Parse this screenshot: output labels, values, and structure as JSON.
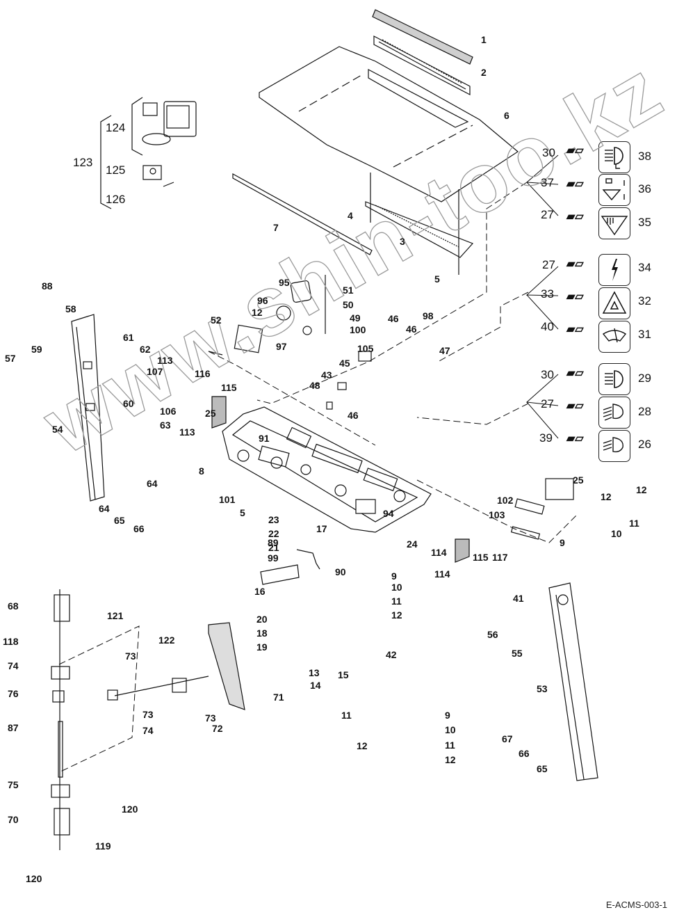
{
  "diagram": {
    "type": "exploded-parts-diagram",
    "watermark": "www.shin-too.kz",
    "footer_code": "E-ACMS-003-1",
    "labels": [
      {
        "id": "1",
        "text": "1"
      },
      {
        "id": "2",
        "text": "2"
      },
      {
        "id": "3",
        "text": "3"
      },
      {
        "id": "4",
        "text": "4"
      },
      {
        "id": "5a",
        "text": "5"
      },
      {
        "id": "5b",
        "text": "5"
      },
      {
        "id": "6",
        "text": "6"
      },
      {
        "id": "7",
        "text": "7"
      },
      {
        "id": "8",
        "text": "8"
      },
      {
        "id": "9a",
        "text": "9"
      },
      {
        "id": "9b",
        "text": "9"
      },
      {
        "id": "9c",
        "text": "9"
      },
      {
        "id": "10a",
        "text": "10"
      },
      {
        "id": "10b",
        "text": "10"
      },
      {
        "id": "10c",
        "text": "10"
      },
      {
        "id": "11a",
        "text": "11"
      },
      {
        "id": "11b",
        "text": "11"
      },
      {
        "id": "11c",
        "text": "11"
      },
      {
        "id": "11d",
        "text": "11"
      },
      {
        "id": "12a",
        "text": "12"
      },
      {
        "id": "12b",
        "text": "12"
      },
      {
        "id": "12c",
        "text": "12"
      },
      {
        "id": "12d",
        "text": "12"
      },
      {
        "id": "12e",
        "text": "12"
      },
      {
        "id": "12f",
        "text": "12"
      },
      {
        "id": "13",
        "text": "13"
      },
      {
        "id": "14",
        "text": "14"
      },
      {
        "id": "15",
        "text": "15"
      },
      {
        "id": "16",
        "text": "16"
      },
      {
        "id": "17",
        "text": "17"
      },
      {
        "id": "18",
        "text": "18"
      },
      {
        "id": "19",
        "text": "19"
      },
      {
        "id": "20",
        "text": "20"
      },
      {
        "id": "21",
        "text": "21"
      },
      {
        "id": "22",
        "text": "22"
      },
      {
        "id": "23",
        "text": "23"
      },
      {
        "id": "24",
        "text": "24"
      },
      {
        "id": "25a",
        "text": "25"
      },
      {
        "id": "25b",
        "text": "25"
      },
      {
        "id": "41",
        "text": "41"
      },
      {
        "id": "42",
        "text": "42"
      },
      {
        "id": "43",
        "text": "43"
      },
      {
        "id": "45",
        "text": "45"
      },
      {
        "id": "46a",
        "text": "46"
      },
      {
        "id": "46b",
        "text": "46"
      },
      {
        "id": "46c",
        "text": "46"
      },
      {
        "id": "47",
        "text": "47"
      },
      {
        "id": "48",
        "text": "48"
      },
      {
        "id": "49",
        "text": "49"
      },
      {
        "id": "50",
        "text": "50"
      },
      {
        "id": "51",
        "text": "51"
      },
      {
        "id": "52",
        "text": "52"
      },
      {
        "id": "53",
        "text": "53"
      },
      {
        "id": "54",
        "text": "54"
      },
      {
        "id": "55",
        "text": "55"
      },
      {
        "id": "56",
        "text": "56"
      },
      {
        "id": "57",
        "text": "57"
      },
      {
        "id": "58",
        "text": "58"
      },
      {
        "id": "59",
        "text": "59"
      },
      {
        "id": "60",
        "text": "60"
      },
      {
        "id": "61",
        "text": "61"
      },
      {
        "id": "62",
        "text": "62"
      },
      {
        "id": "63",
        "text": "63"
      },
      {
        "id": "64a",
        "text": "64"
      },
      {
        "id": "64b",
        "text": "64"
      },
      {
        "id": "65a",
        "text": "65"
      },
      {
        "id": "65b",
        "text": "65"
      },
      {
        "id": "66a",
        "text": "66"
      },
      {
        "id": "66b",
        "text": "66"
      },
      {
        "id": "67",
        "text": "67"
      },
      {
        "id": "68",
        "text": "68"
      },
      {
        "id": "70",
        "text": "70"
      },
      {
        "id": "71",
        "text": "71"
      },
      {
        "id": "72",
        "text": "72"
      },
      {
        "id": "73a",
        "text": "73"
      },
      {
        "id": "73b",
        "text": "73"
      },
      {
        "id": "73c",
        "text": "73"
      },
      {
        "id": "74a",
        "text": "74"
      },
      {
        "id": "74b",
        "text": "74"
      },
      {
        "id": "75",
        "text": "75"
      },
      {
        "id": "76",
        "text": "76"
      },
      {
        "id": "87",
        "text": "87"
      },
      {
        "id": "88",
        "text": "88"
      },
      {
        "id": "89",
        "text": "89"
      },
      {
        "id": "90",
        "text": "90"
      },
      {
        "id": "91",
        "text": "91"
      },
      {
        "id": "94",
        "text": "94"
      },
      {
        "id": "95",
        "text": "95"
      },
      {
        "id": "96",
        "text": "96"
      },
      {
        "id": "97",
        "text": "97"
      },
      {
        "id": "98",
        "text": "98"
      },
      {
        "id": "99",
        "text": "99"
      },
      {
        "id": "100",
        "text": "100"
      },
      {
        "id": "101",
        "text": "101"
      },
      {
        "id": "102",
        "text": "102"
      },
      {
        "id": "103",
        "text": "103"
      },
      {
        "id": "105",
        "text": "105"
      },
      {
        "id": "106",
        "text": "106"
      },
      {
        "id": "107",
        "text": "107"
      },
      {
        "id": "113a",
        "text": "113"
      },
      {
        "id": "113b",
        "text": "113"
      },
      {
        "id": "114a",
        "text": "114"
      },
      {
        "id": "114b",
        "text": "114"
      },
      {
        "id": "115a",
        "text": "115"
      },
      {
        "id": "115b",
        "text": "115"
      },
      {
        "id": "116",
        "text": "116"
      },
      {
        "id": "117",
        "text": "117"
      },
      {
        "id": "118",
        "text": "118"
      },
      {
        "id": "119",
        "text": "119"
      },
      {
        "id": "120a",
        "text": "120"
      },
      {
        "id": "120b",
        "text": "120"
      },
      {
        "id": "121",
        "text": "121"
      },
      {
        "id": "122",
        "text": "122"
      }
    ],
    "switch_panel": {
      "rows": [
        {
          "switch": "30",
          "symbol": "38",
          "icon": "high-beam-icon"
        },
        {
          "switch": "37",
          "symbol": "36",
          "icon": "cab-tilt-icon"
        },
        {
          "switch": "27",
          "symbol": "35",
          "icon": "rotating-beacon-icon"
        },
        {
          "switch": "27",
          "symbol": "34",
          "icon": "lightning-icon"
        },
        {
          "switch": "33",
          "symbol": "32",
          "icon": "hazard-triangle-icon"
        },
        {
          "switch": "40",
          "symbol": "31",
          "icon": "wiper-icon"
        },
        {
          "switch": "30",
          "symbol": "29",
          "icon": "headlight-icon"
        },
        {
          "switch": "27",
          "symbol": "28",
          "icon": "work-light-icon"
        },
        {
          "switch": "39",
          "symbol": "26",
          "icon": "rear-work-light-icon"
        }
      ]
    },
    "camera_kit": {
      "group": "123",
      "monitor_set": "124",
      "camera": "125",
      "bracket": "126"
    }
  }
}
